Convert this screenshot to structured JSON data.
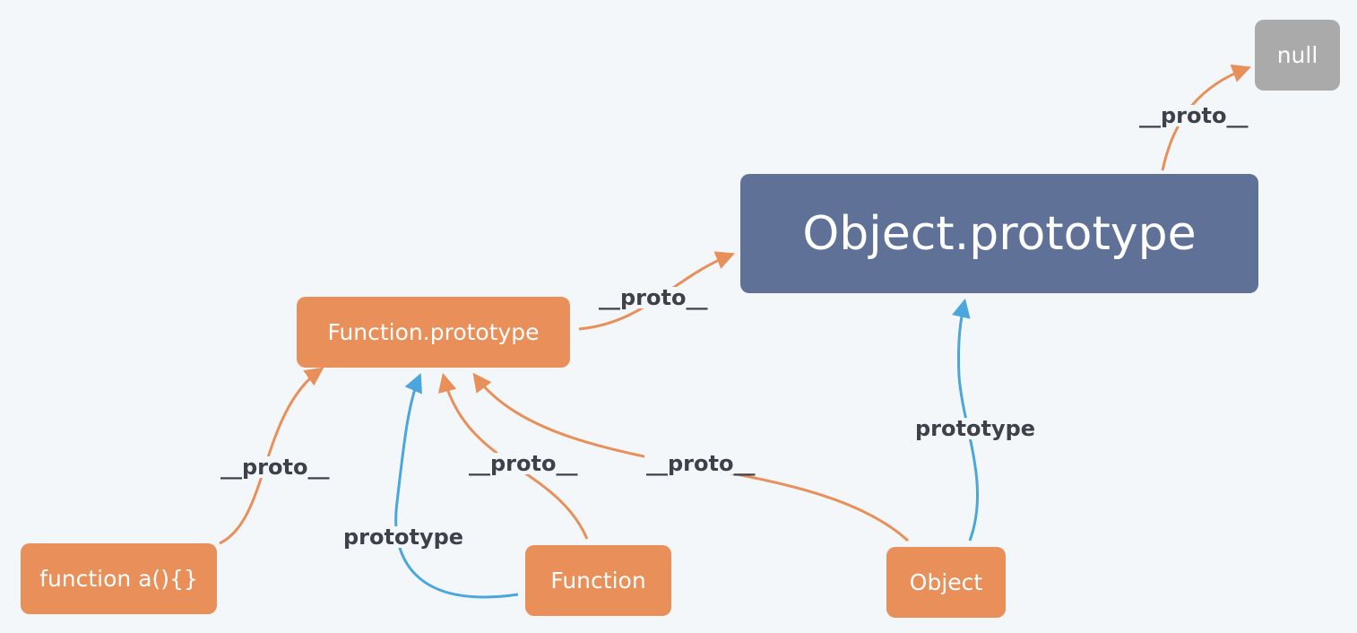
{
  "nodes": {
    "null": "null",
    "object_prototype": "Object.prototype",
    "function_prototype": "Function.prototype",
    "function_a": "function a(){}",
    "function": "Function",
    "object": "Object"
  },
  "edges": {
    "object_prototype_to_null": "__proto__",
    "function_prototype_to_object_prototype": "__proto__",
    "function_a_to_function_prototype": "__proto__",
    "function_proto_to_function_prototype": "__proto__",
    "object_proto_to_function_prototype": "__proto__",
    "function_prototype_link": "prototype",
    "object_prototype_link": "prototype"
  },
  "colors": {
    "proto_edge": "#e88f5a",
    "prototype_edge": "#4aa6dc",
    "orange_node": "#e88f5a",
    "blue_node": "#5f7196",
    "gray_node": "#aaaaaa",
    "background": "#f4f7fa"
  }
}
